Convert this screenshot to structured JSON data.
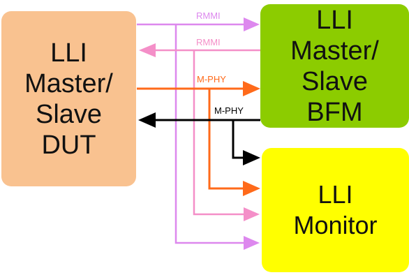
{
  "blocks": {
    "dut": {
      "lines": [
        "LLI",
        "Master/",
        "Slave",
        "DUT"
      ],
      "color": "#f9c290"
    },
    "bfm": {
      "lines": [
        "LLI",
        "Master/",
        "Slave",
        "BFM"
      ],
      "color": "#8ccc00"
    },
    "monitor": {
      "lines": [
        "LLI",
        "Monitor"
      ],
      "color": "#ffff00"
    }
  },
  "signals": {
    "rmmi_tx": {
      "label": "RMMI",
      "color": "#dd88ee"
    },
    "rmmi_rx": {
      "label": "RMMI",
      "color": "#f48fc8"
    },
    "mphy_tx": {
      "label": "M-PHY",
      "color": "#ff6a1a"
    },
    "mphy_rx": {
      "label": "M-PHY",
      "color": "#000000"
    }
  }
}
